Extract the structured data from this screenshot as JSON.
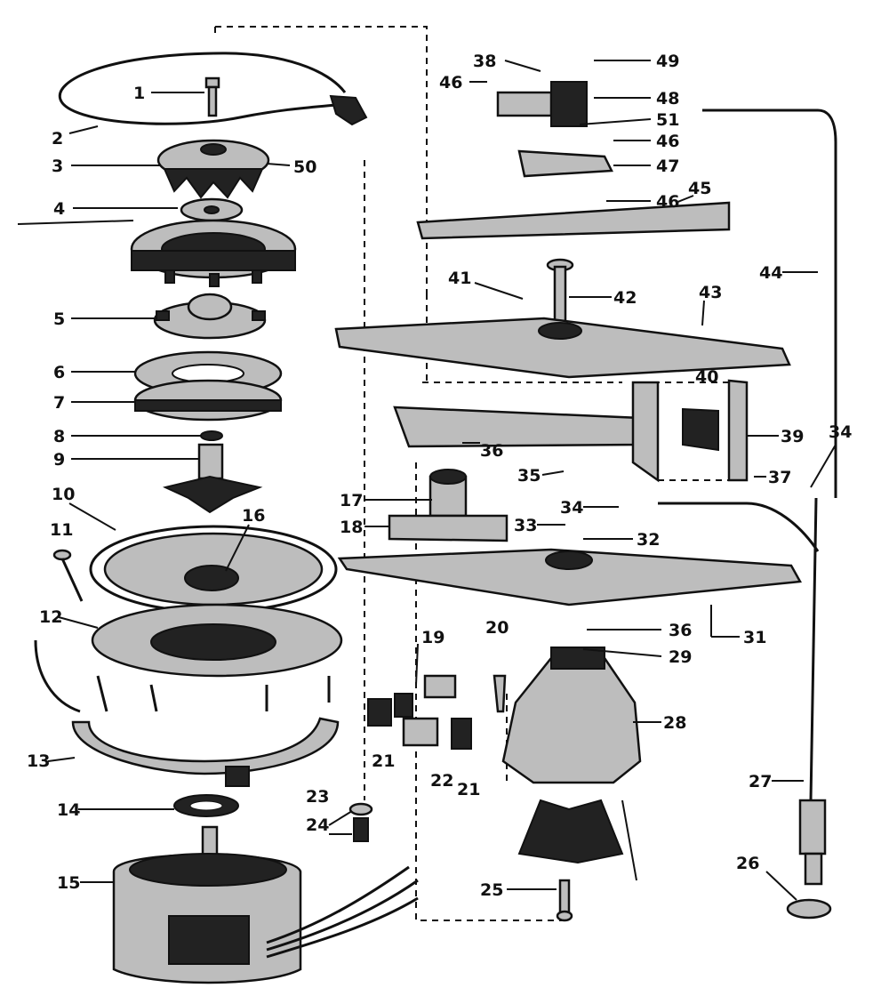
{
  "callouts": [
    {
      "id": "c1",
      "label": "1"
    },
    {
      "id": "c2",
      "label": "2"
    },
    {
      "id": "c3",
      "label": "3"
    },
    {
      "id": "c50",
      "label": "50"
    },
    {
      "id": "c4",
      "label": "4"
    },
    {
      "id": "c5",
      "label": "5"
    },
    {
      "id": "c6",
      "label": "6"
    },
    {
      "id": "c7",
      "label": "7"
    },
    {
      "id": "c8",
      "label": "8"
    },
    {
      "id": "c9",
      "label": "9"
    },
    {
      "id": "c10",
      "label": "10"
    },
    {
      "id": "c11",
      "label": "11"
    },
    {
      "id": "c16",
      "label": "16"
    },
    {
      "id": "c12",
      "label": "12"
    },
    {
      "id": "c13",
      "label": "13"
    },
    {
      "id": "c14",
      "label": "14"
    },
    {
      "id": "c15",
      "label": "15"
    },
    {
      "id": "c17",
      "label": "17"
    },
    {
      "id": "c18",
      "label": "18"
    },
    {
      "id": "c19",
      "label": "19"
    },
    {
      "id": "c20",
      "label": "20"
    },
    {
      "id": "c21a",
      "label": "21"
    },
    {
      "id": "c22",
      "label": "22"
    },
    {
      "id": "c21b",
      "label": "21"
    },
    {
      "id": "c23",
      "label": "23"
    },
    {
      "id": "c24",
      "label": "24"
    },
    {
      "id": "c25",
      "label": "25"
    },
    {
      "id": "c38",
      "label": "38"
    },
    {
      "id": "c49",
      "label": "49"
    },
    {
      "id": "c46a",
      "label": "46"
    },
    {
      "id": "c48",
      "label": "48"
    },
    {
      "id": "c51",
      "label": "51"
    },
    {
      "id": "c46b",
      "label": "46"
    },
    {
      "id": "c47",
      "label": "47"
    },
    {
      "id": "c46c",
      "label": "46"
    },
    {
      "id": "c45",
      "label": "45"
    },
    {
      "id": "c44",
      "label": "44"
    },
    {
      "id": "c41",
      "label": "41"
    },
    {
      "id": "c42",
      "label": "42"
    },
    {
      "id": "c43",
      "label": "43"
    },
    {
      "id": "c40",
      "label": "40"
    },
    {
      "id": "c39",
      "label": "39"
    },
    {
      "id": "c34a",
      "label": "34"
    },
    {
      "id": "c36a",
      "label": "36"
    },
    {
      "id": "c35",
      "label": "35"
    },
    {
      "id": "c37",
      "label": "37"
    },
    {
      "id": "c34b",
      "label": "34"
    },
    {
      "id": "c33",
      "label": "33"
    },
    {
      "id": "c32",
      "label": "32"
    },
    {
      "id": "c36b",
      "label": "36"
    },
    {
      "id": "c31",
      "label": "31"
    },
    {
      "id": "c29",
      "label": "29"
    },
    {
      "id": "c28",
      "label": "28"
    },
    {
      "id": "c27",
      "label": "27"
    },
    {
      "id": "c26",
      "label": "26"
    }
  ]
}
